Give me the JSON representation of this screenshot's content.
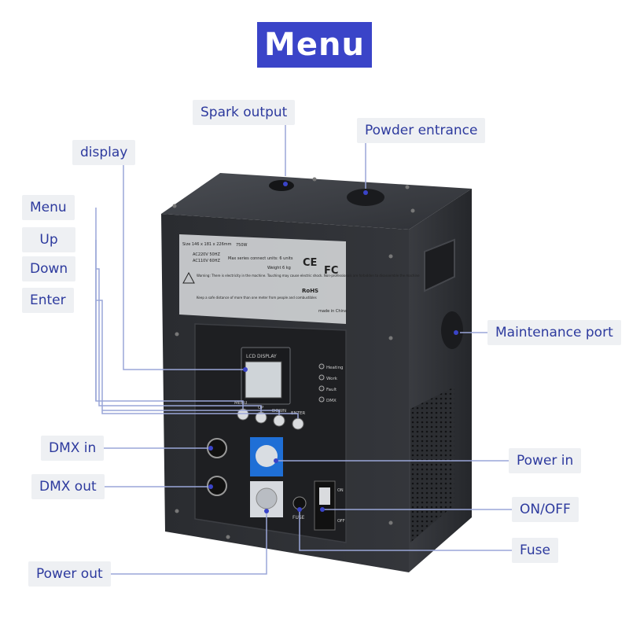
{
  "title": "Menu",
  "labels": {
    "spark_output": "Spark output",
    "powder_entrance": "Powder entrance",
    "display": "display",
    "menu": "Menu",
    "up": "Up",
    "down": "Down",
    "enter": "Enter",
    "maintenance_port": "Maintenance port",
    "dmx_in": "DMX in",
    "dmx_out": "DMX out",
    "power_in": "Power in",
    "on_off": "ON/OFF",
    "fuse": "Fuse",
    "power_out": "Power out"
  },
  "panel": {
    "lcd_display": "LCD DISPLAY",
    "btn_menu": "MENU",
    "btn_up": "UP",
    "btn_down": "DOWN",
    "btn_enter": "ENTER",
    "led_heating": "Heating",
    "led_work": "Work",
    "led_fault": "Fault",
    "led_dmx": "DMX",
    "fuse_text": "FUSE",
    "switch_on": "ON",
    "switch_off": "OFF"
  },
  "sticker": {
    "size": "Size  146 x 181 x 226mm",
    "power": "750W",
    "ac220": "AC220V 50HZ",
    "ac110": "AC110V 60HZ",
    "max_series": "Max series connect units: 6 units",
    "weight": "Weight  6 kg",
    "warning": "Warning: There is electricity in the machine. Touching may cause electric shock. Non-professionals are forbidden to disassemble the machine",
    "keep_safe": "Keep a safe distance of more than one meter from people and combustibles",
    "ce": "CE",
    "fc": "FC",
    "rohs": "RoHS",
    "made_in": "made in China"
  },
  "colors": {
    "title_bg": "#3a44c8",
    "label_bg": "#eef0f3",
    "label_text": "#2d3a9e",
    "leader_line": "#9aa6d8",
    "body_dark": "#2b2d31",
    "powercon_blue": "#1f6fd6"
  }
}
